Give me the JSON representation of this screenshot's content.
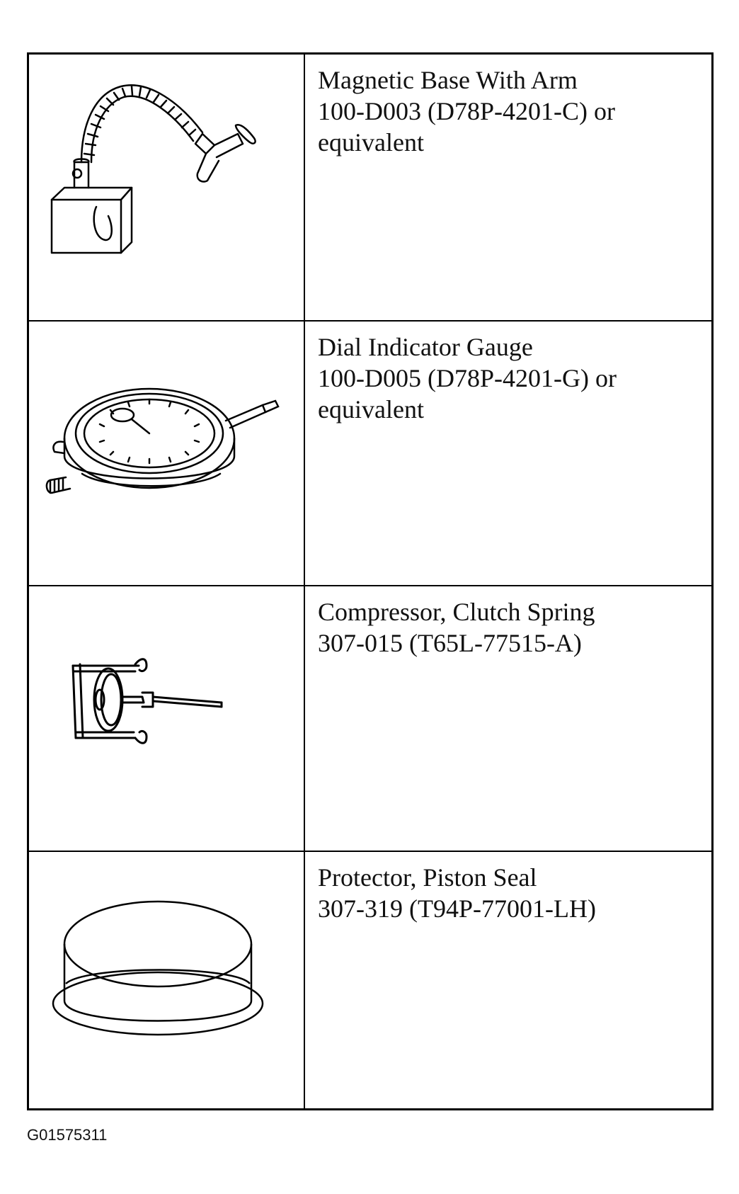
{
  "tools": [
    {
      "name": "Magnetic Base With Arm",
      "part": "100-D003 (D78P-4201-C) or",
      "note": "equivalent",
      "icon": "magnetic-base-icon"
    },
    {
      "name": "Dial Indicator Gauge",
      "part": "100-D005 (D78P-4201-G) or",
      "note": "equivalent",
      "icon": "dial-indicator-icon"
    },
    {
      "name": "Compressor, Clutch Spring",
      "part": "307-015 (T65L-77515-A)",
      "note": "",
      "icon": "clutch-spring-compressor-icon"
    },
    {
      "name": "Protector, Piston Seal",
      "part": "307-319 (T94P-77001-LH)",
      "note": "",
      "icon": "piston-seal-protector-icon"
    }
  ],
  "figure_id": "G01575311"
}
